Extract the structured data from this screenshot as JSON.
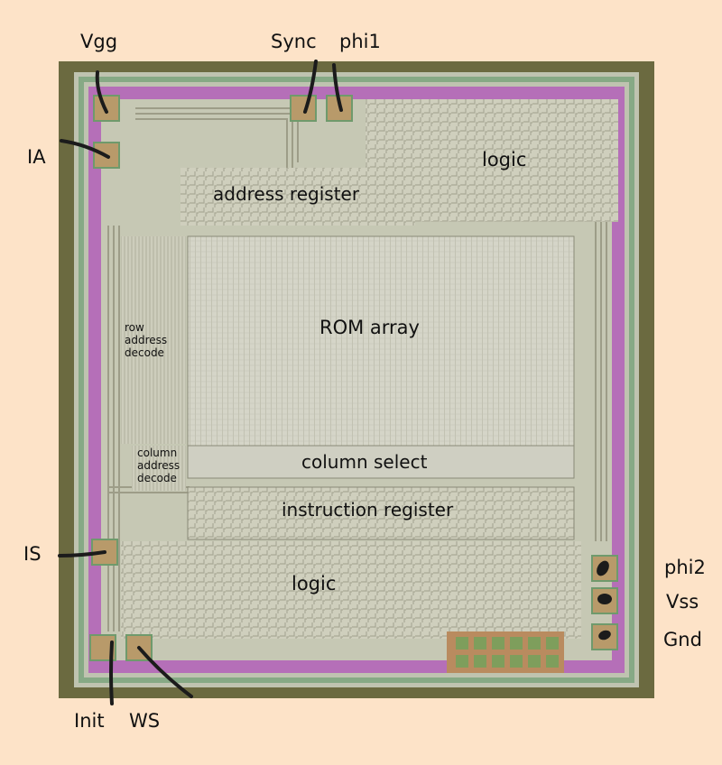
{
  "pins": {
    "vgg": "Vgg",
    "sync": "Sync",
    "phi1": "phi1",
    "ia": "IA",
    "is": "IS",
    "phi2": "phi2",
    "vss": "Vss",
    "gnd": "Gnd",
    "init": "Init",
    "ws": "WS"
  },
  "regions": {
    "logic_top": "logic",
    "address_register": "address register",
    "rom_array": "ROM array",
    "row_decode_1": "row",
    "row_decode_2": "address",
    "row_decode_3": "decode",
    "col_decode_1": "column",
    "col_decode_2": "address",
    "col_decode_3": "decode",
    "column_select": "column select",
    "instruction_register": "instruction register",
    "logic_bottom": "logic"
  },
  "colors": {
    "background": "#fde3c8",
    "die_base": "#c9c9b4",
    "metal": "#a8a890",
    "magenta": "#b56fb8",
    "green_ring": "#6f9a6c",
    "rom": "#d4d4c6",
    "pad": "#b89a6a",
    "wire": "#1b1b1b"
  }
}
